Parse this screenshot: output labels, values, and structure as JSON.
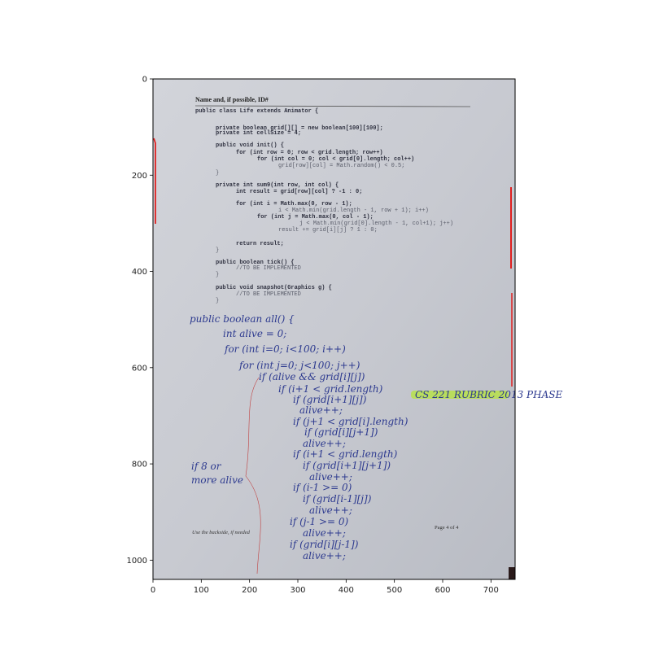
{
  "figure": {
    "x_ticks": [
      "0",
      "100",
      "200",
      "300",
      "400",
      "500",
      "600",
      "700"
    ],
    "y_ticks": [
      "0",
      "200",
      "400",
      "600",
      "800",
      "1000"
    ]
  },
  "paper": {
    "header": "Name and, if possible, ID#",
    "code_lines": [
      "public class Life extends Animator {",
      "private boolean grid[][] = new boolean[100][100];",
      "private int cellSize = 4;",
      "public void init() {",
      "for (int row = 0; row < grid.length; row++)",
      "for (int col = 0; col < grid[0].length; col++)",
      "grid[row][col] = Math.random() < 0.5;",
      "}",
      "private int sum9(int row, int col) {",
      "int result = grid[row][col] ? -1 : 0;",
      "for (int i = Math.max(0, row - 1);",
      "i < Math.min(grid.length - 1, row + 1); i++)",
      "for (int j = Math.max(0, col - 1);",
      "j < Math.min(grid[0].length - 1, col+1); j++)",
      "result += grid[i][j] ? 1 : 0;",
      "return result;",
      "}",
      "public boolean tick() {",
      "//TO BE IMPLEMENTED",
      "}",
      "public void snapshot(Graphics g) {",
      "//TO BE IMPLEMENTED",
      "}"
    ],
    "handwriting": [
      "public boolean all() {",
      "int alive = 0;",
      "for (int i=0; i<100; i++)",
      "for (int j=0; j<100; j++)",
      "if (alive && grid[i][j])",
      "if (i+1 < grid.length)",
      "if (grid[i+1][j])",
      "alive++;",
      "if (j+1 < grid[i].length)",
      "if (grid[i][j+1])",
      "alive++;",
      "if (i+1 < grid.length)",
      "if (grid[i+1][j+1])",
      "alive++;",
      "if (i-1 >= 0)",
      "if (grid[i-1][j])",
      "alive++;",
      "if (j-1 >= 0)",
      "alive++;",
      "if (grid[i][j-1])",
      "alive++;"
    ],
    "margin_note_1": "if 8 or",
    "margin_note_2": "more alive",
    "footer_left": "Use the backside, if needed",
    "footer_right": "Page 4 of 4",
    "highlight_text": "CS 221 RUBRIC 2013 PHASE"
  }
}
